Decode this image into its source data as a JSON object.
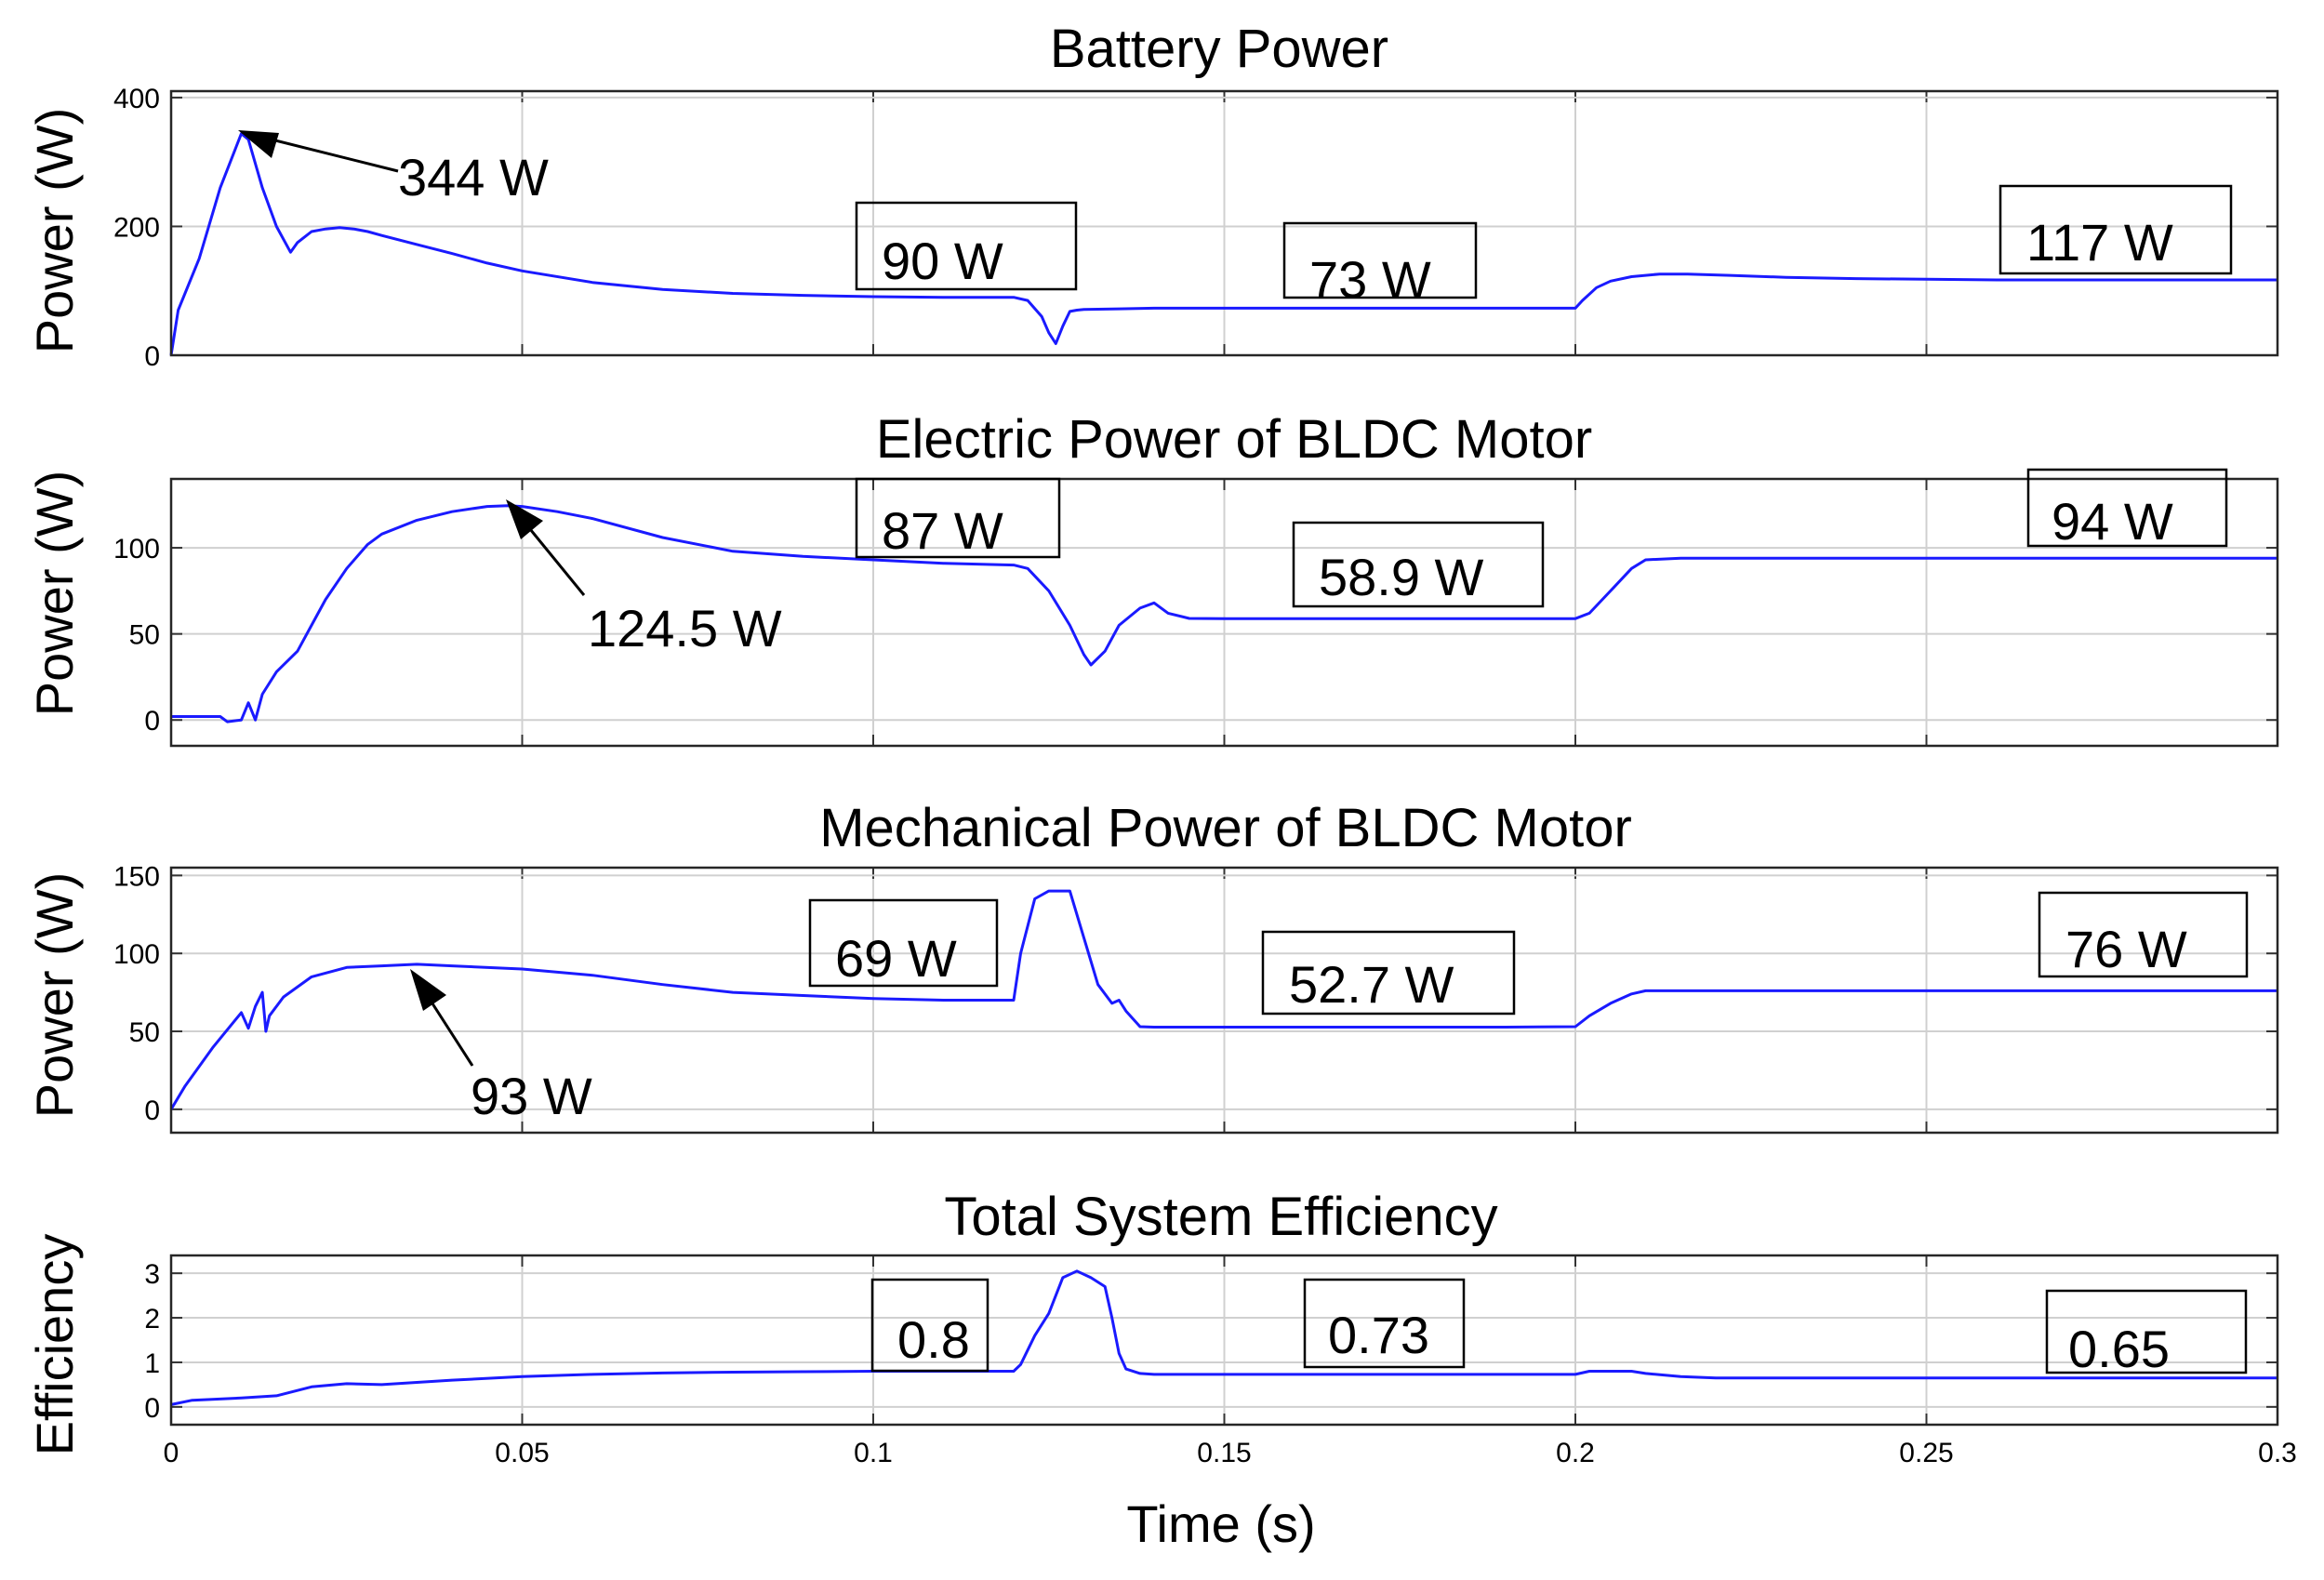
{
  "chart_data": [
    {
      "type": "line",
      "title": "Battery Power",
      "xlabel": "",
      "ylabel": "Power (W)",
      "xlim": [
        0,
        0.3
      ],
      "ylim": [
        0,
        410
      ],
      "yticks": [
        "0",
        "200",
        "400"
      ],
      "grid": true,
      "color": "#1a1aff",
      "series": [
        {
          "x": [
            0,
            0.001,
            0.004,
            0.007,
            0.01,
            0.011,
            0.013,
            0.015,
            0.017,
            0.018,
            0.02,
            0.022,
            0.024,
            0.026,
            0.028,
            0.03,
            0.035,
            0.04,
            0.045,
            0.05,
            0.06,
            0.07,
            0.08,
            0.09,
            0.1,
            0.11,
            0.12,
            0.122,
            0.124,
            0.125,
            0.126,
            0.127,
            0.128,
            0.129,
            0.13,
            0.135,
            0.14,
            0.15,
            0.16,
            0.17,
            0.18,
            0.19,
            0.2,
            0.201,
            0.203,
            0.205,
            0.208,
            0.212,
            0.216,
            0.222,
            0.23,
            0.24,
            0.25,
            0.26,
            0.27,
            0.28,
            0.29,
            0.3
          ],
          "y": [
            0,
            70,
            150,
            260,
            344,
            335,
            260,
            200,
            160,
            175,
            192,
            196,
            198,
            196,
            192,
            186,
            172,
            158,
            143,
            131,
            113,
            102,
            96,
            93,
            91,
            90,
            90,
            85,
            60,
            35,
            18,
            45,
            68,
            70,
            71,
            72,
            73,
            73,
            73,
            73,
            73,
            73,
            73,
            85,
            105,
            115,
            122,
            126,
            126,
            124,
            121,
            119,
            118,
            117,
            117,
            117,
            117,
            117
          ]
        }
      ],
      "annotations": [
        "344 W",
        "90 W",
        "73 W",
        "117 W"
      ]
    },
    {
      "type": "line",
      "title": "Electric Power of BLDC Motor",
      "xlabel": "",
      "ylabel": "Power (W)",
      "xlim": [
        0,
        0.3
      ],
      "ylim": [
        -15,
        140
      ],
      "yticks": [
        "0",
        "50",
        "100"
      ],
      "grid": true,
      "color": "#1a1aff",
      "series": [
        {
          "x": [
            0,
            0.005,
            0.007,
            0.008,
            0.01,
            0.011,
            0.012,
            0.013,
            0.015,
            0.018,
            0.02,
            0.022,
            0.025,
            0.028,
            0.03,
            0.035,
            0.04,
            0.045,
            0.048,
            0.05,
            0.055,
            0.06,
            0.07,
            0.08,
            0.09,
            0.1,
            0.11,
            0.12,
            0.122,
            0.125,
            0.128,
            0.13,
            0.131,
            0.133,
            0.135,
            0.138,
            0.14,
            0.142,
            0.145,
            0.15,
            0.16,
            0.17,
            0.18,
            0.19,
            0.2,
            0.202,
            0.205,
            0.208,
            0.21,
            0.215,
            0.22,
            0.23,
            0.24,
            0.25,
            0.26,
            0.27,
            0.28,
            0.29,
            0.3
          ],
          "y": [
            2,
            2,
            2,
            -1,
            0,
            10,
            0,
            15,
            28,
            40,
            55,
            70,
            88,
            102,
            108,
            116,
            121,
            124,
            124.5,
            124,
            121,
            117,
            106,
            98,
            95,
            93,
            91,
            90,
            88,
            75,
            55,
            38,
            32,
            40,
            55,
            65,
            68,
            62,
            59,
            58.9,
            58.9,
            58.9,
            58.9,
            58.9,
            58.9,
            62,
            75,
            88,
            93,
            94,
            94,
            94,
            94,
            94,
            94,
            94,
            94,
            94,
            94
          ]
        }
      ],
      "annotations": [
        "124.5 W",
        "87 W",
        "58.9 W",
        "94 W"
      ]
    },
    {
      "type": "line",
      "title": "Mechanical Power of BLDC Motor",
      "xlabel": "",
      "ylabel": "Power (W)",
      "xlim": [
        0,
        0.3
      ],
      "ylim": [
        -15,
        155
      ],
      "yticks": [
        "0",
        "50",
        "100",
        "150"
      ],
      "grid": true,
      "color": "#1a1aff",
      "series": [
        {
          "x": [
            0,
            0.002,
            0.006,
            0.01,
            0.011,
            0.012,
            0.013,
            0.0135,
            0.014,
            0.016,
            0.02,
            0.025,
            0.03,
            0.035,
            0.04,
            0.05,
            0.06,
            0.07,
            0.08,
            0.09,
            0.1,
            0.11,
            0.12,
            0.121,
            0.123,
            0.125,
            0.128,
            0.13,
            0.132,
            0.134,
            0.135,
            0.136,
            0.138,
            0.14,
            0.15,
            0.16,
            0.17,
            0.18,
            0.19,
            0.2,
            0.202,
            0.205,
            0.208,
            0.21,
            0.22,
            0.23,
            0.24,
            0.25,
            0.26,
            0.27,
            0.28,
            0.29,
            0.3
          ],
          "y": [
            0,
            15,
            40,
            62,
            52,
            66,
            75,
            50,
            60,
            72,
            85,
            91,
            92,
            93,
            92,
            90,
            86,
            80,
            75,
            73,
            71,
            70,
            70,
            100,
            135,
            140,
            140,
            110,
            80,
            68,
            70,
            63,
            53,
            52.7,
            52.7,
            52.7,
            52.7,
            52.7,
            52.7,
            53,
            60,
            68,
            74,
            76,
            76,
            76,
            76,
            76,
            76,
            76,
            76,
            76,
            76
          ]
        }
      ],
      "annotations": [
        "93 W",
        "69 W",
        "52.7 W",
        "76 W"
      ]
    },
    {
      "type": "line",
      "title": "Total System Efficiency",
      "xlabel": "Time (s)",
      "ylabel": "Efficiency",
      "xlim": [
        0,
        0.3
      ],
      "ylim": [
        -0.4,
        3.4
      ],
      "yticks": [
        "0",
        "1",
        "2",
        "3"
      ],
      "xticks": [
        "0",
        "0.05",
        "0.1",
        "0.15",
        "0.2",
        "0.25",
        "0.3"
      ],
      "grid": true,
      "color": "#1a1aff",
      "series": [
        {
          "x": [
            0,
            0.003,
            0.01,
            0.015,
            0.02,
            0.025,
            0.03,
            0.04,
            0.05,
            0.06,
            0.07,
            0.08,
            0.09,
            0.1,
            0.11,
            0.12,
            0.121,
            0.123,
            0.125,
            0.127,
            0.129,
            0.131,
            0.133,
            0.134,
            0.135,
            0.136,
            0.138,
            0.14,
            0.15,
            0.16,
            0.17,
            0.18,
            0.19,
            0.2,
            0.202,
            0.205,
            0.208,
            0.21,
            0.215,
            0.22,
            0.23,
            0.24,
            0.25,
            0.26,
            0.27,
            0.28,
            0.29,
            0.3
          ],
          "y": [
            0.05,
            0.15,
            0.2,
            0.25,
            0.45,
            0.52,
            0.5,
            0.6,
            0.68,
            0.73,
            0.76,
            0.78,
            0.79,
            0.8,
            0.8,
            0.8,
            0.95,
            1.6,
            2.1,
            2.9,
            3.05,
            2.9,
            2.7,
            2.0,
            1.2,
            0.85,
            0.75,
            0.73,
            0.73,
            0.73,
            0.73,
            0.73,
            0.73,
            0.73,
            0.8,
            0.8,
            0.8,
            0.75,
            0.68,
            0.65,
            0.65,
            0.65,
            0.65,
            0.65,
            0.65,
            0.65,
            0.65,
            0.65
          ]
        }
      ],
      "annotations": [
        "0.8",
        "0.73",
        "0.65"
      ]
    }
  ]
}
